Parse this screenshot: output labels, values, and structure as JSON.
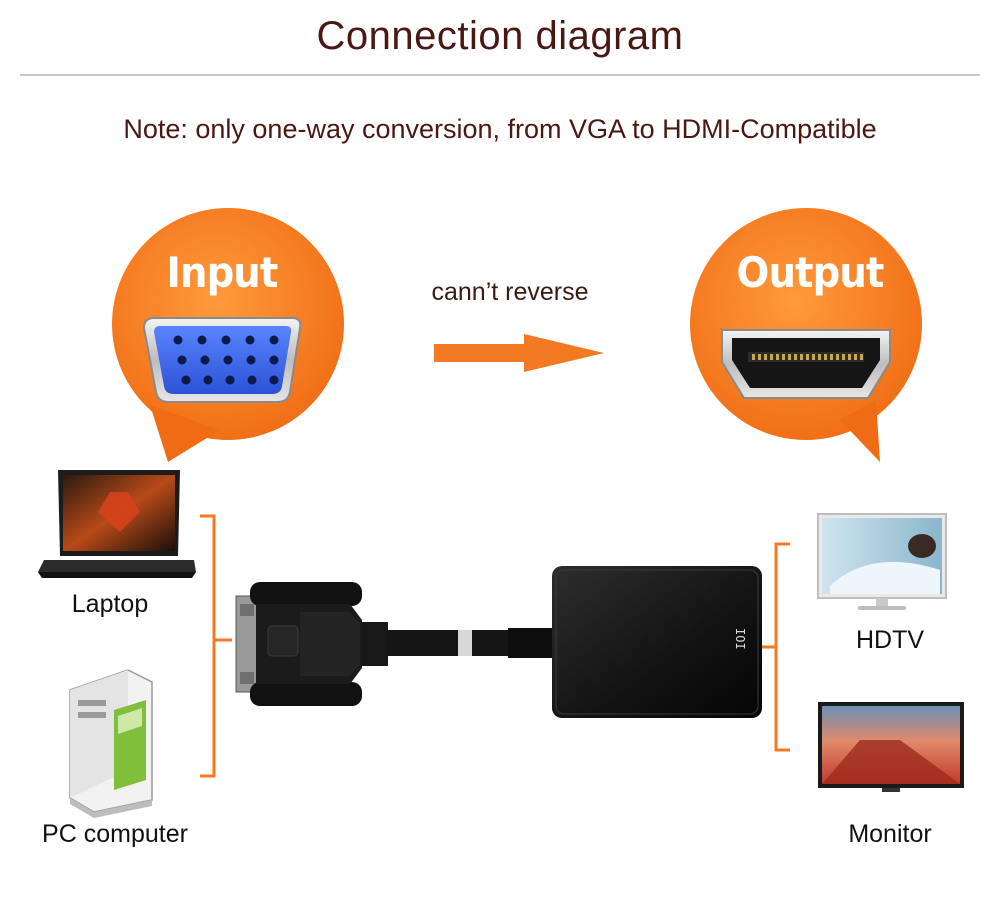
{
  "title": "Connection diagram",
  "note": "Note: only one-way conversion, from VGA to HDMI-Compatible",
  "input": {
    "label": "Input",
    "connector": "VGA",
    "color": "#f37a23"
  },
  "output": {
    "label": "Output",
    "connector": "HDMI",
    "color": "#f37a23"
  },
  "direction": {
    "label": "cann’t reverse",
    "icon": "arrow-right-icon"
  },
  "adapter": {
    "port_label": "IOI"
  },
  "sources": [
    {
      "name": "Laptop",
      "icon": "laptop-icon"
    },
    {
      "name": "PC computer",
      "icon": "desktop-tower-icon"
    }
  ],
  "displays": [
    {
      "name": "HDTV",
      "icon": "tv-icon"
    },
    {
      "name": "Monitor",
      "icon": "monitor-icon"
    }
  ],
  "colors": {
    "accent": "#f37a23",
    "text": "#4a1812"
  }
}
